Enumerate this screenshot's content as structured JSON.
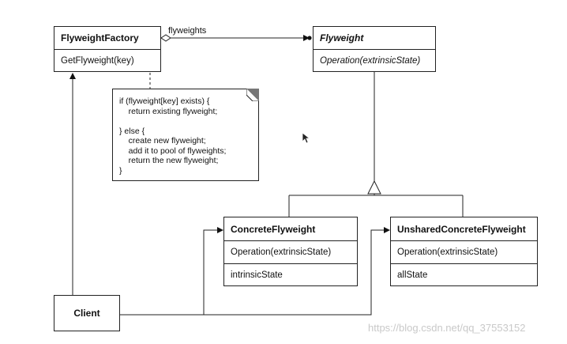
{
  "flyweight_factory": {
    "name": "FlyweightFactory",
    "operation": "GetFlyweight(key)"
  },
  "flyweight": {
    "name": "Flyweight",
    "operation": "Operation(extrinsicState)"
  },
  "concrete_flyweight": {
    "name": "ConcreteFlyweight",
    "operation": "Operation(extrinsicState)",
    "attribute": "intrinsicState"
  },
  "unshared_concrete_flyweight": {
    "name": "UnsharedConcreteFlyweight",
    "operation": "Operation(extrinsicState)",
    "attribute": "allState"
  },
  "client": {
    "name": "Client"
  },
  "association_label": "flyweights",
  "note": {
    "lines": [
      "if (flyweight[key] exists) {",
      "    return existing flyweight;",
      "",
      "} else {",
      "    create new flyweight;",
      "    add it to pool of flyweights;",
      "    return the new flyweight;",
      "}"
    ]
  },
  "watermark": "https://blog.csdn.net/qq_37553152"
}
